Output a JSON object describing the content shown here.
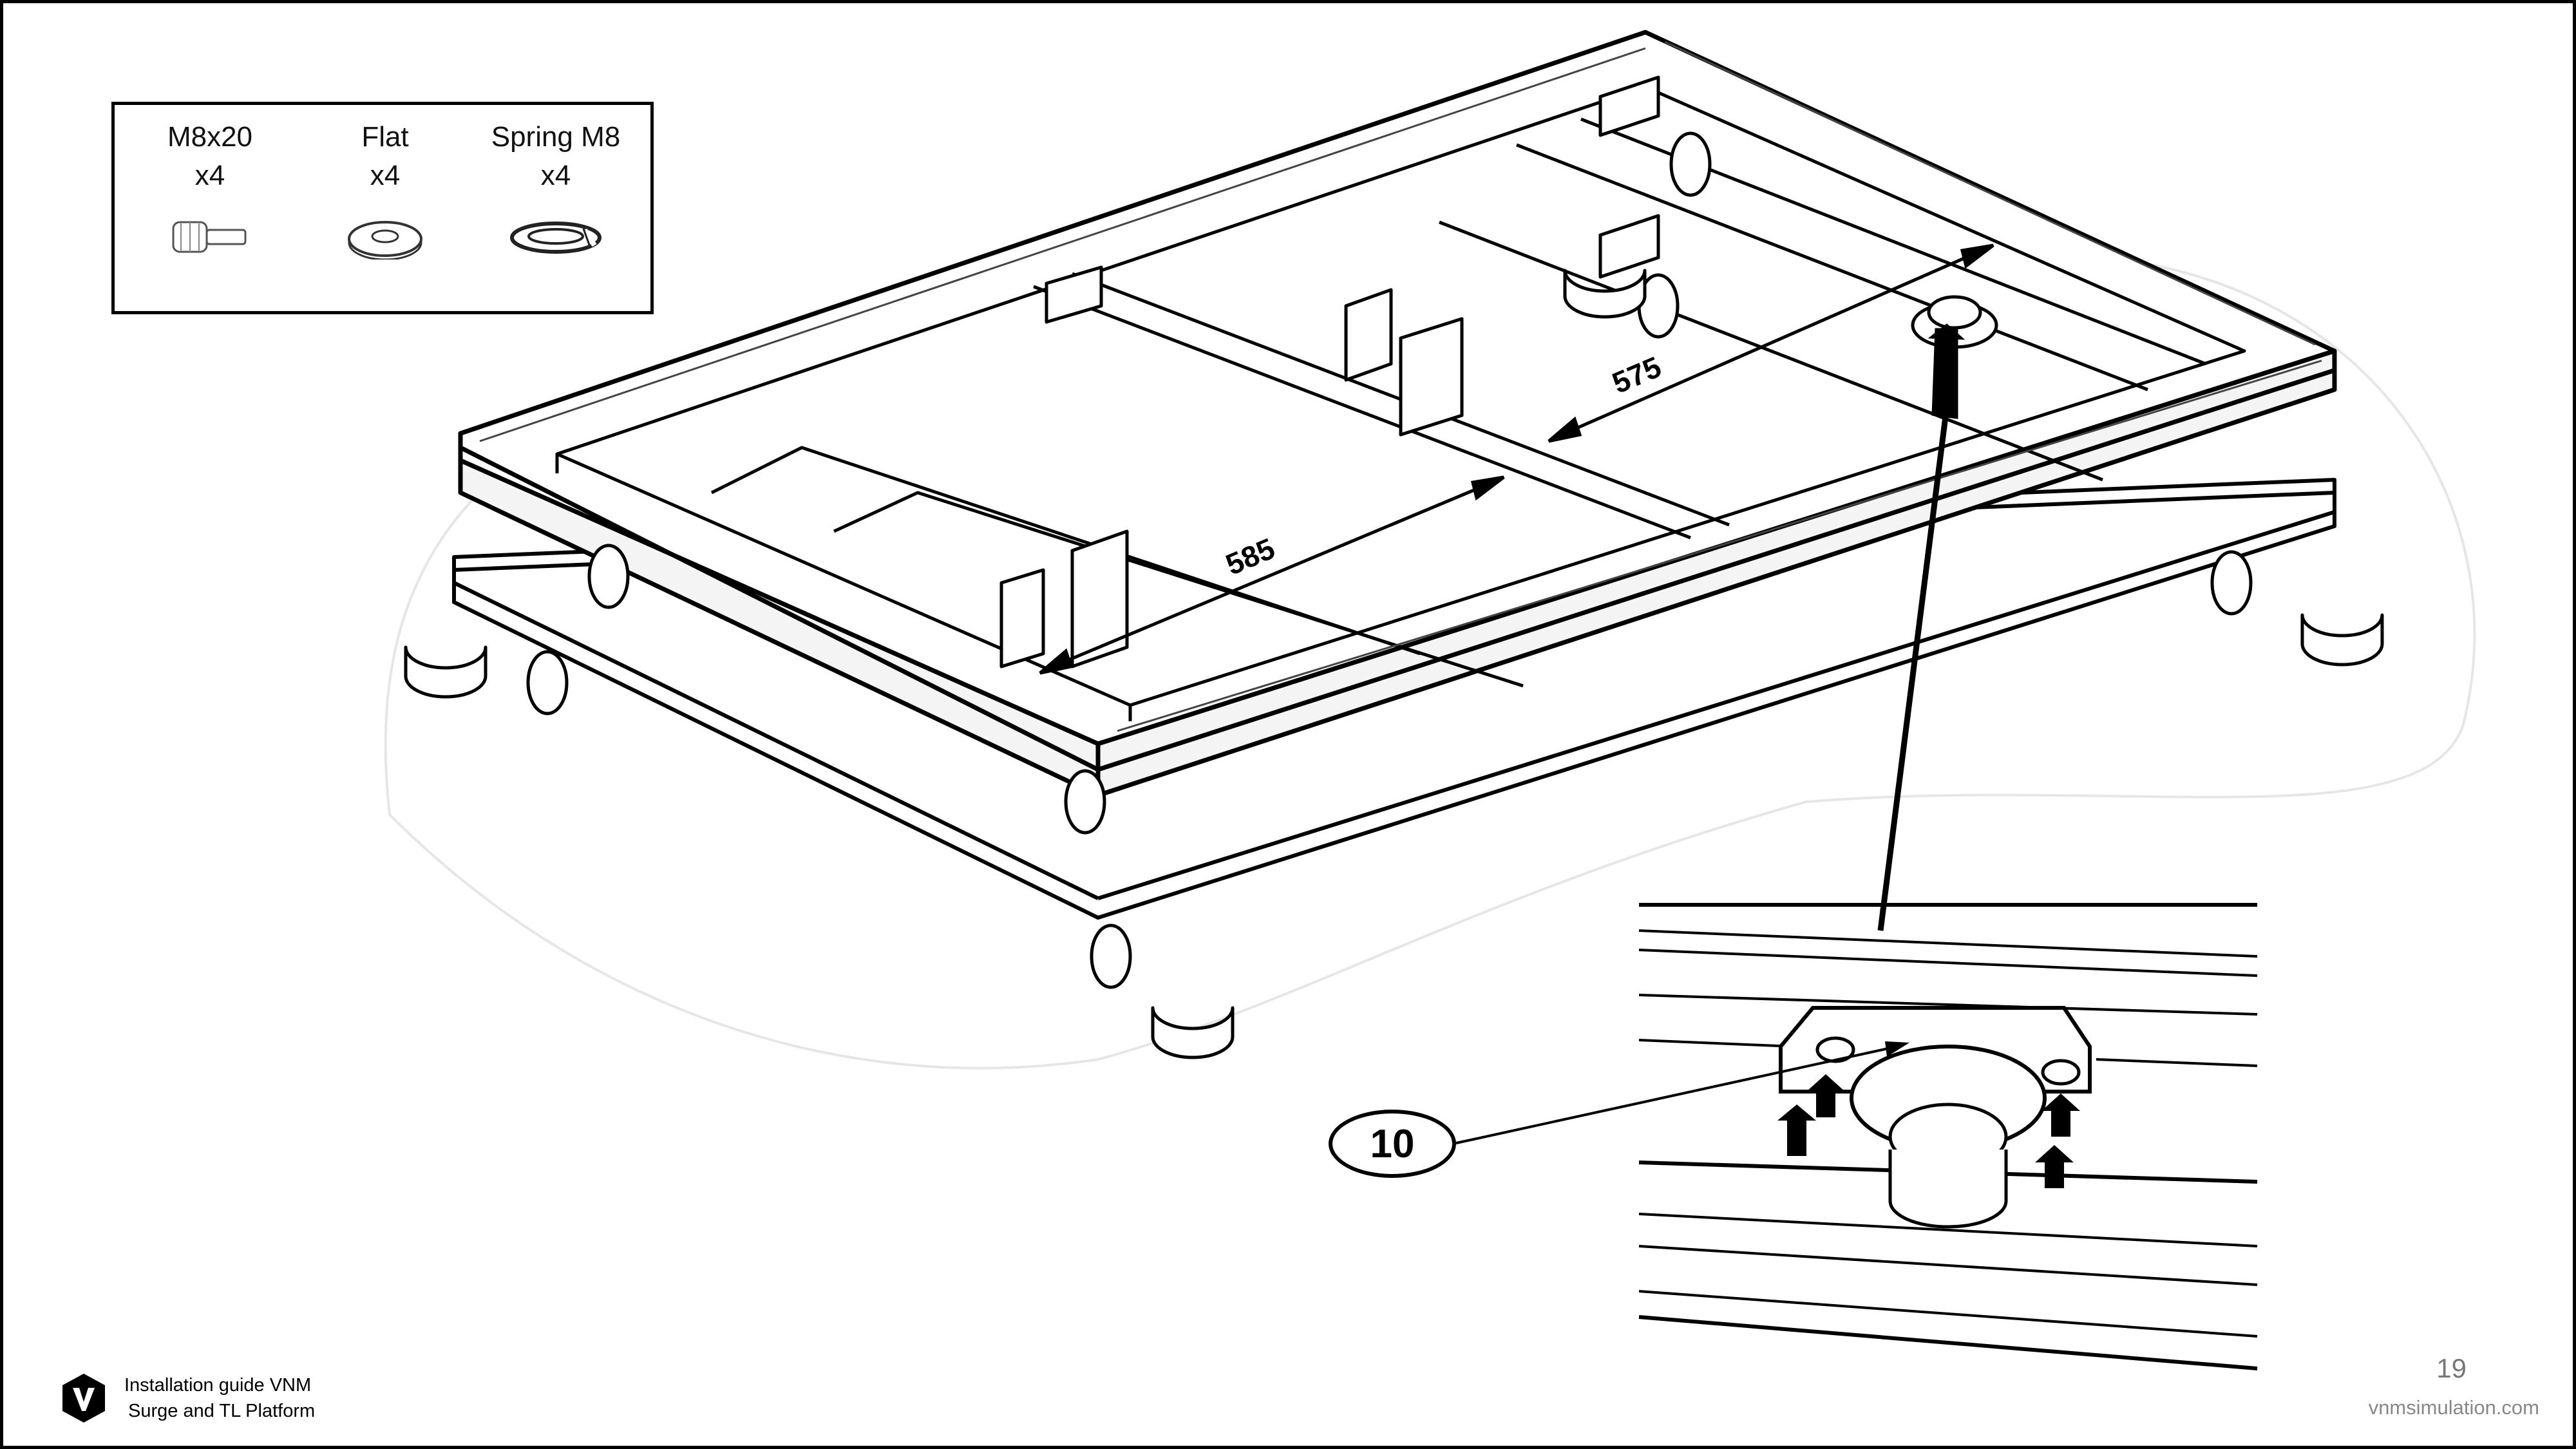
{
  "hardware": [
    {
      "name": "M8x20",
      "qty": "x4",
      "icon": "bolt-icon"
    },
    {
      "name": "Flat",
      "qty": "x4",
      "icon": "flat-washer-icon"
    },
    {
      "name": "Spring M8",
      "qty": "x4",
      "icon": "spring-washer-icon"
    }
  ],
  "dimensions": {
    "width_label": "585",
    "depth_label": "575"
  },
  "callout": {
    "step": "10"
  },
  "footer": {
    "guide_line1": "Installation guide VNM",
    "guide_line2": "Surge and TL Platform",
    "page_number": "19",
    "website": "vnmsimulation.com"
  },
  "colors": {
    "line": "#000000",
    "faint_outline": "#e6e6e6",
    "muted_text": "#777777"
  }
}
